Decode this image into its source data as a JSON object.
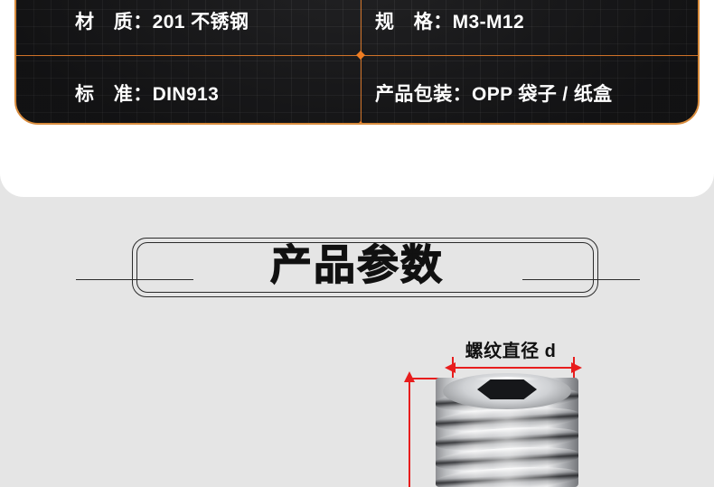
{
  "page": {
    "background_color": "#e5e5e5",
    "card_background_color": "#ffffff"
  },
  "spec_panel": {
    "background_color": "#19191b",
    "border_color": "#d88b3c",
    "rule_color": "#e07b2a",
    "text_color": "#ffffff",
    "rows": [
      {
        "left": {
          "label": "材　质：",
          "value": "201 不锈钢"
        },
        "right": {
          "label": "规　格：",
          "value": "M3-M12"
        }
      },
      {
        "left": {
          "label": "标　准：",
          "value": "DIN913"
        },
        "right": {
          "label": "产品包装：",
          "value": "OPP 袋子 / 纸盒"
        }
      }
    ]
  },
  "section": {
    "title": "产品参数"
  },
  "diagram": {
    "dimension_label": "螺纹直径 d",
    "arrow_color": "#e81d1d",
    "product": "hex-socket set screw"
  }
}
